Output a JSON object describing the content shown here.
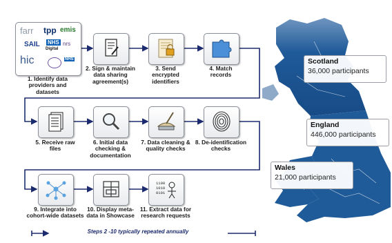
{
  "colors": {
    "arrow": "#1c2b6e",
    "map_land": "#1f5a99",
    "map_light": "#dbe3ec"
  },
  "logos": {
    "farr": "farr",
    "tpp": "tpp",
    "emis": "emis",
    "sail": "SAIL",
    "nhs": "NHS",
    "digital": "Digital",
    "nrs": "nrs",
    "hic": "hic",
    "nhs_small": "NHS"
  },
  "steps": [
    {
      "id": 1,
      "label": "1. Identify data providers and datasets",
      "icon": "logo-collage"
    },
    {
      "id": 2,
      "label": "2. Sign & maintain data sharing agreement(s)",
      "icon": "document-sign-icon"
    },
    {
      "id": 3,
      "label": "3. Send encrypted identifiers",
      "icon": "encrypted-file-icon"
    },
    {
      "id": 4,
      "label": "4. Match records",
      "icon": "puzzle-icon"
    },
    {
      "id": 5,
      "label": "5. Receive raw files",
      "icon": "files-icon"
    },
    {
      "id": 6,
      "label": "6. Initial data checking & documentation",
      "icon": "magnifier-icon"
    },
    {
      "id": 7,
      "label": "7. Data cleaning & quality checks",
      "icon": "cleaning-icon"
    },
    {
      "id": 8,
      "label": "8. De-identification checks",
      "icon": "fingerprint-icon"
    },
    {
      "id": 9,
      "label": "9. Integrate into cohort-wide datasets",
      "icon": "network-icon"
    },
    {
      "id": 10,
      "label": "10. Display meta-data in Showcase",
      "icon": "printing-press-icon"
    },
    {
      "id": 11,
      "label": "11. Extract data for research requests",
      "icon": "binary-worker-icon"
    }
  ],
  "footer": "Steps 2 -10 typically  repeated annually",
  "regions": [
    {
      "name": "Scotland",
      "count": "36,000 participants"
    },
    {
      "name": "England",
      "count": "446,000 participants"
    },
    {
      "name": "Wales",
      "count": "21,000 participants"
    }
  ]
}
